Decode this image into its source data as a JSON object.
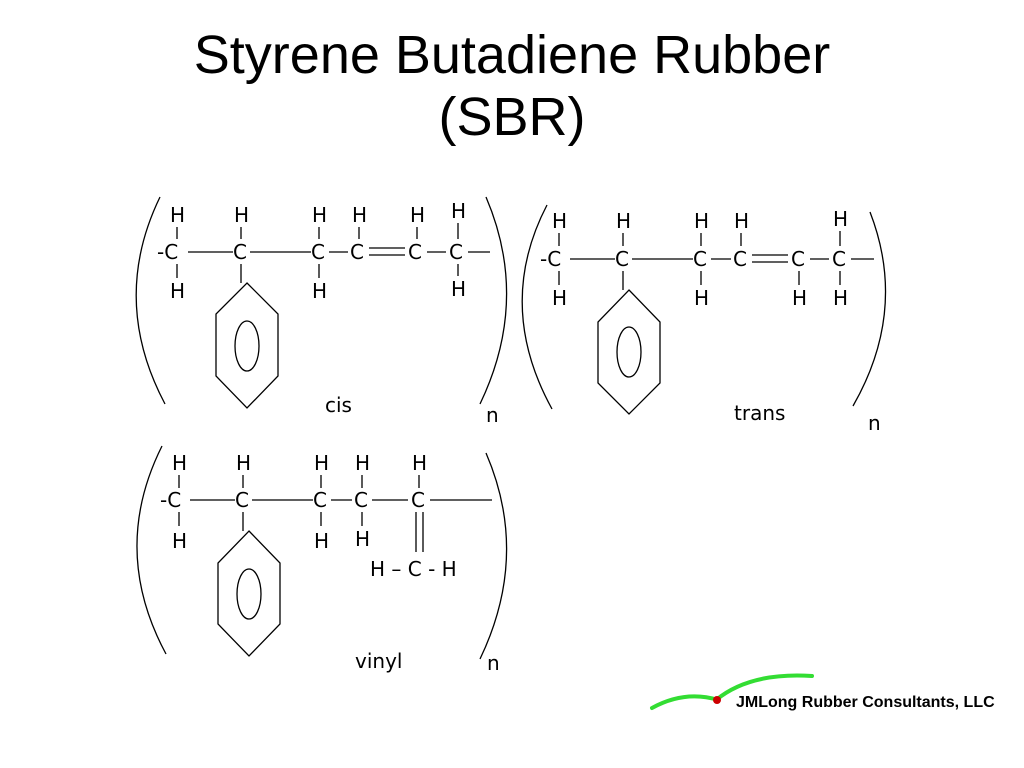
{
  "slide": {
    "title_line1": "Styrene Butadiene Rubber",
    "title_line2": "(SBR)"
  },
  "atoms": {
    "H": "H",
    "C": "C",
    "Cdash": "-C",
    "dash": "-",
    "hch": "H – C - H"
  },
  "structures": [
    {
      "label": "cis",
      "subscript": "n"
    },
    {
      "label": "trans",
      "subscript": "n"
    },
    {
      "label": "vinyl",
      "subscript": "n"
    }
  ],
  "footer": {
    "company": "JMLong Rubber Consultants, LLC",
    "logo_color": "#33dd33",
    "dot_color": "#cc0000"
  }
}
